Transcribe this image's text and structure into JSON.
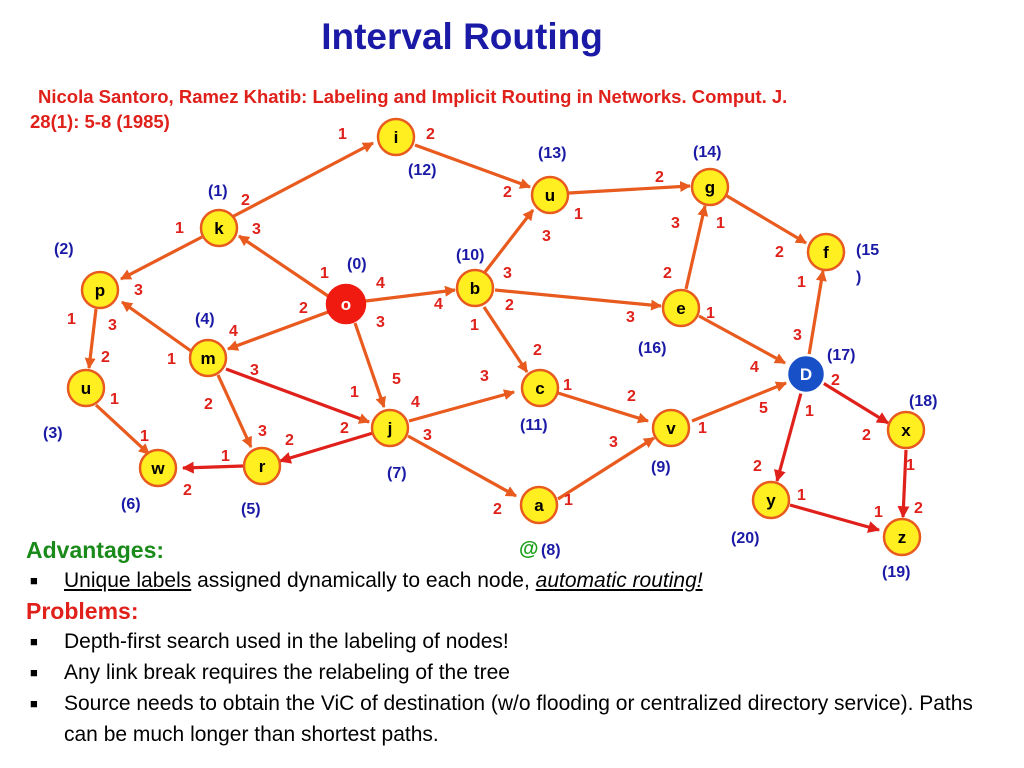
{
  "title": "Interval Routing",
  "citation": {
    "line1": "Nicola Santoro, Ramez Khatib: Labeling and Implicit Routing in Networks. Comput. J.",
    "line2": "28(1): 5-8 (1985)"
  },
  "colors": {
    "title": "#1a1aa6",
    "citation": "#e0201a",
    "edge": "#e85a1e",
    "node_fill": "#ffee20",
    "source_node": "#f01a10",
    "destination_node": "#1850c8",
    "port_label": "#e0201a",
    "interval_label": "#1a1aa6",
    "advantages_heading": "#1a8a1a",
    "problems_heading": "#e0201a"
  },
  "graph": {
    "nodes": [
      {
        "id": "i",
        "label": "i"
      },
      {
        "id": "u1",
        "label": "u"
      },
      {
        "id": "g",
        "label": "g"
      },
      {
        "id": "k",
        "label": "k"
      },
      {
        "id": "f",
        "label": "f"
      },
      {
        "id": "p",
        "label": "p"
      },
      {
        "id": "o",
        "label": "o",
        "role": "source"
      },
      {
        "id": "b",
        "label": "b"
      },
      {
        "id": "e",
        "label": "e"
      },
      {
        "id": "m",
        "label": "m"
      },
      {
        "id": "u2",
        "label": "u"
      },
      {
        "id": "D",
        "label": "D",
        "role": "destination"
      },
      {
        "id": "c",
        "label": "c"
      },
      {
        "id": "j",
        "label": "j"
      },
      {
        "id": "v",
        "label": "v"
      },
      {
        "id": "x",
        "label": "x"
      },
      {
        "id": "r",
        "label": "r"
      },
      {
        "id": "w",
        "label": "w"
      },
      {
        "id": "a",
        "label": "a"
      },
      {
        "id": "y",
        "label": "y"
      },
      {
        "id": "z",
        "label": "z"
      }
    ],
    "edges": [
      {
        "from": "k",
        "to": "i"
      },
      {
        "from": "i",
        "to": "u1"
      },
      {
        "from": "u1",
        "to": "g"
      },
      {
        "from": "g",
        "to": "f"
      },
      {
        "from": "k",
        "to": "p"
      },
      {
        "from": "o",
        "to": "k"
      },
      {
        "from": "o",
        "to": "b"
      },
      {
        "from": "o",
        "to": "m"
      },
      {
        "from": "o",
        "to": "j"
      },
      {
        "from": "b",
        "to": "u1"
      },
      {
        "from": "b",
        "to": "e"
      },
      {
        "from": "b",
        "to": "c"
      },
      {
        "from": "e",
        "to": "g"
      },
      {
        "from": "e",
        "to": "D"
      },
      {
        "from": "D",
        "to": "f"
      },
      {
        "from": "D",
        "to": "x"
      },
      {
        "from": "D",
        "to": "y"
      },
      {
        "from": "m",
        "to": "p"
      },
      {
        "from": "m",
        "to": "r"
      },
      {
        "from": "m",
        "to": "j"
      },
      {
        "from": "p",
        "to": "u2"
      },
      {
        "from": "u2",
        "to": "w"
      },
      {
        "from": "r",
        "to": "w"
      },
      {
        "from": "j",
        "to": "r"
      },
      {
        "from": "j",
        "to": "c"
      },
      {
        "from": "j",
        "to": "a"
      },
      {
        "from": "c",
        "to": "v"
      },
      {
        "from": "a",
        "to": "v"
      },
      {
        "from": "v",
        "to": "D"
      },
      {
        "from": "x",
        "to": "z"
      },
      {
        "from": "y",
        "to": "z"
      }
    ],
    "port_labels": [
      "1",
      "2",
      "2",
      "1",
      "3",
      "2",
      "1",
      "3",
      "3",
      "3",
      "2",
      "1",
      "2",
      "1",
      "4",
      "4",
      "2",
      "3",
      "1",
      "3",
      "2",
      "1",
      "3",
      "2",
      "1",
      "3",
      "4",
      "2",
      "5",
      "1",
      "3",
      "1",
      "4",
      "2",
      "1",
      "1",
      "2",
      "1",
      "5",
      "1",
      "3",
      "2",
      "4",
      "3",
      "2",
      "1",
      "3",
      "2",
      "1",
      "2",
      "1",
      "2",
      "1",
      "2",
      "1",
      "2",
      "1"
    ],
    "interval_labels": [
      "(13)",
      "(14)",
      "(1)",
      "(12)",
      "(2)",
      "(0)",
      "(10)",
      "(15",
      ")",
      "(4)",
      "(16)",
      "(17)",
      "(18)",
      "(3)",
      "(11)",
      "(9)",
      "(7)",
      "(6)",
      "(5)",
      "(20)",
      "(19)",
      "(8)"
    ],
    "annotation_symbol": "@"
  },
  "advantages": {
    "heading": "Advantages:",
    "items": [
      {
        "part1": "Unique labels",
        "part2": " assigned dynamically to each node, ",
        "part3": "automatic routing!"
      }
    ]
  },
  "problems": {
    "heading": "Problems:",
    "items": [
      "Depth-first search used in the labeling of nodes!",
      "Any link break requires the relabeling of the tree",
      "Source needs to obtain the ViC of destination (w/o flooding or centralized directory service). Paths can be much longer than shortest paths."
    ]
  },
  "bullet_symbol": "■"
}
